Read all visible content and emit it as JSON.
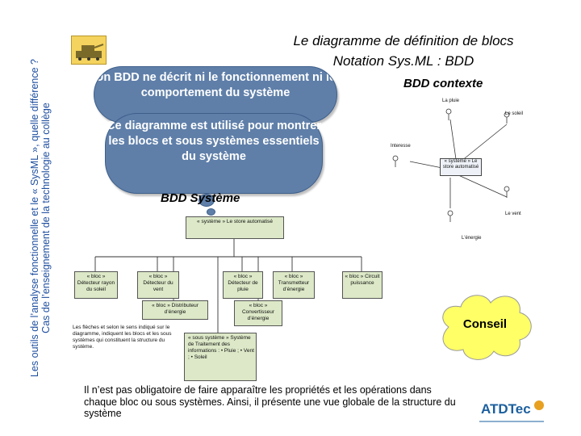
{
  "sidebar": {
    "line1": "Les outils de l’analyse fonctionnelle et le « SysML », quelle différence ?",
    "line2": "Cas de l’enseignement de la technologie au collège"
  },
  "title": {
    "line1": "Le diagramme de définition de blocs",
    "line2": "Notation Sys.ML : BDD"
  },
  "bubbles": {
    "first": "Un BDD ne décrit ni le fonctionnement ni le comportement du système",
    "second": "Ce diagramme est utilisé pour montrer les blocs et sous systèmes essentiels du système"
  },
  "context": {
    "title": "BDD contexte",
    "labels": {
      "rain": "La pluie",
      "sun": "Le soleil",
      "user": "Interesse",
      "wind": "Le vent",
      "energy": "L'énergie"
    },
    "system_block": "« système » Le store automatisé"
  },
  "system": {
    "title": "BDD Système",
    "root": "« système » Le store automatisé",
    "blocks": [
      "« bloc » Détecteur rayon du soleil",
      "« bloc » Détecteur du vent",
      "« bloc » Détecteur de pluie",
      "« bloc » Transmetteur d’énergie",
      "« bloc » Circuit puissance",
      "« bloc » Distributeur d’énergie",
      "« bloc » Convertisseur d’énergie",
      "« sous système » Système de Traitement des informations : • Pluie ; • Vent ; • Soleil"
    ],
    "note": "Les flèches et selon le sens indiqué sur le diagramme, indiquent les blocs et les sous systèmes qui constituent la structure du système."
  },
  "conseil": {
    "label": "Conseil",
    "text": "Il n’est pas obligatoire de faire apparaître les propriétés et les opérations dans chaque bloc ou sous systèmes. Ainsi, il présente une vue globale de la structure du système"
  },
  "logo": {
    "text": "ATDTec"
  }
}
